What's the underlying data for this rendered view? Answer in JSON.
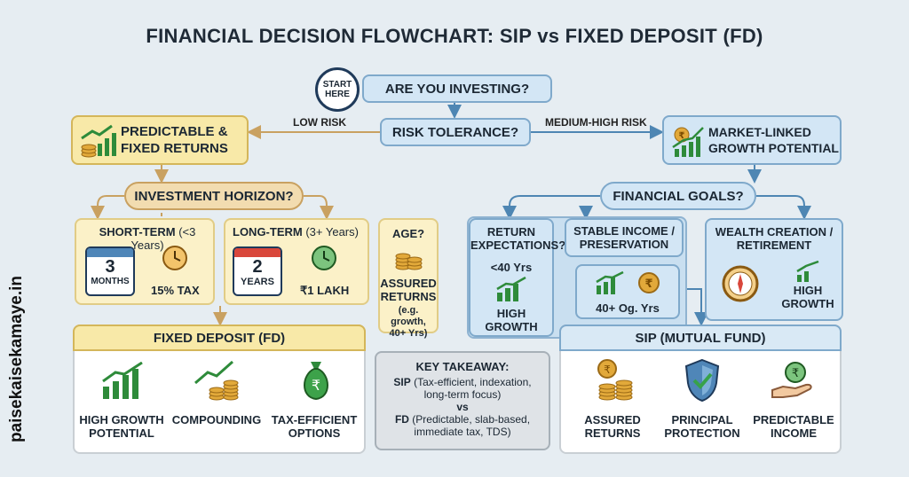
{
  "title": "FINANCIAL DECISION FLOWCHART: SIP vs FIXED DEPOSIT (FD)",
  "watermark": "paisekaisekamaye.in",
  "start": {
    "badge_line1": "START",
    "badge_line2": "HERE",
    "question": "ARE YOU INVESTING?"
  },
  "risk": {
    "label": "RISK TOLERANCE?",
    "low_label": "LOW RISK",
    "high_label": "MEDIUM-HIGH RISK"
  },
  "left": {
    "predictable_line1": "PREDICTABLE &",
    "predictable_line2": "FIXED RETURNS",
    "horizon": "INVESTMENT HORIZON?",
    "short_title": "SHORT-TERM",
    "short_sub": "(<3 Years)",
    "short_num": "3",
    "short_unit": "MONTHS",
    "short_tax": "15% TAX",
    "long_title": "LONG-TERM",
    "long_sub": "(3+ Years)",
    "long_num": "2",
    "long_unit": "YEARS",
    "long_amount": "₹1 LAKH",
    "age_title": "AGE?",
    "age_line1": "ASSURED",
    "age_line2": "RETURNS",
    "age_note1": "(e.g. growth,",
    "age_note2": "40+ Yrs)"
  },
  "right": {
    "market_line1": "MARKET-LINKED",
    "market_line2": "GROWTH POTENTIAL",
    "goals": "FINANCIAL GOALS?",
    "return_line1": "RETURN",
    "return_line2": "EXPECTATIONS?",
    "return_age": "<40 Yrs",
    "return_g1": "HIGH",
    "return_g2": "GROWTH",
    "stable_line1": "STABLE INCOME /",
    "stable_line2": "PRESERVATION",
    "stable_age": "40+ Og. Yrs",
    "wealth_line1": "WEALTH CREATION /",
    "wealth_line2": "RETIREMENT",
    "wealth_g1": "HIGH",
    "wealth_g2": "GROWTH"
  },
  "fd": {
    "header": "FIXED DEPOSIT (FD)",
    "items": [
      {
        "line1": "HIGH GROWTH",
        "line2": "POTENTIAL"
      },
      {
        "line1": "COMPOUNDING",
        "line2": ""
      },
      {
        "line1": "TAX-EFFICIENT",
        "line2": "OPTIONS"
      }
    ]
  },
  "takeaway": {
    "title": "KEY TAKEAWAY:",
    "sip_key": "SIP",
    "sip_l1": " (Tax-efficient, indexation,",
    "sip_l2": "long-term focus)",
    "vs": "vs",
    "fd_key": "FD",
    "fd_l1": " (Predictable, slab-based,",
    "fd_l2": "immediate tax, TDS)"
  },
  "sip": {
    "header": "SIP (MUTUAL FUND)",
    "items": [
      {
        "line1": "ASSURED",
        "line2": "RETURNS"
      },
      {
        "line1": "PRINCIPAL",
        "line2": "PROTECTION"
      },
      {
        "line1": "PREDICTABLE",
        "line2": "INCOME"
      }
    ]
  },
  "colors": {
    "background": "#e6edf2",
    "blue_box": "#d3e6f5",
    "yellow_box": "#f8e9a8",
    "arrow_yellow": "#c9a161",
    "arrow_blue": "#4e86b3",
    "growth_green": "#2e8b3a",
    "coin_gold": "#e2a93a"
  }
}
